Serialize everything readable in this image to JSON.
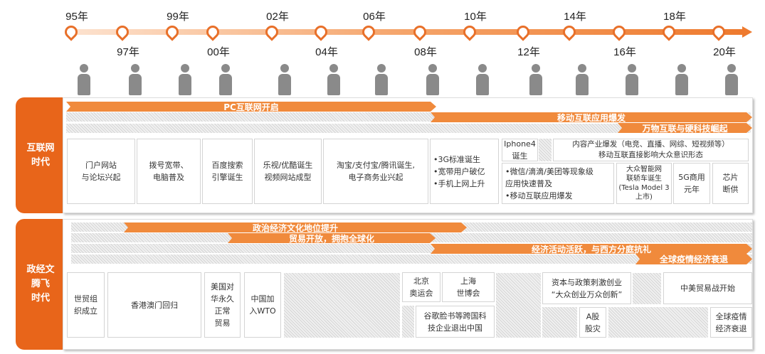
{
  "timeline": {
    "years": [
      "95年",
      "97年",
      "99年",
      "00年",
      "02年",
      "04年",
      "06年",
      "08年",
      "10年",
      "12年",
      "14年",
      "16年",
      "18年",
      "20年"
    ]
  },
  "colors": {
    "accent": "#e8651a",
    "bar": "#f08a3c"
  },
  "internet_era": {
    "label": "互联网\n时代",
    "bars": [
      "PC互联网开启",
      "移动互联应用爆发",
      "万物互联与硬科技崛起"
    ],
    "boxes": [
      "门户网站\n与论坛兴起",
      "拨号宽带、\n电脑普及",
      "百度搜索\n引擎诞生",
      "乐视/优酷诞生\n视频网站成型",
      "淘宝/支付宝/腾讯诞生,\n电子商务业兴起",
      "•3G标准诞生\n•宽带用户破亿\n•手机上网上升",
      "Iphone4\n诞生",
      "内容产业爆发（电竞、直播、网综、短视频等）\n移动互联直接影响大众意识形态",
      "•微信/滴滴/美团等现象级\n  应用快速普及\n•移动互联应用爆发",
      "大众智能网\n联轿车诞生\n(Tesla Model 3\n上市)",
      "5G商用\n元年",
      "芯片\n断供"
    ]
  },
  "political_era": {
    "label": "政经文\n腾飞\n时代",
    "bars": [
      "政治经济文化地位提升",
      "贸易开放，拥抱全球化",
      "经济活动活跃，与西方分庭抗礼",
      "全球疫情经济衰退"
    ],
    "boxes": [
      "世贸组\n织成立",
      "香港澳门回归",
      "美国对\n华永久\n正常\n贸易",
      "中国加\n入WTO",
      "北京\n奥运会",
      "上海\n世博会",
      "谷歌脸书等跨国科\n技企业退出中国",
      "资本与政策刺激创业\n“大众创业万众创新”",
      "中美贸易战开始",
      "A股\n股灾",
      "全球疫情\n经济衰退"
    ]
  }
}
